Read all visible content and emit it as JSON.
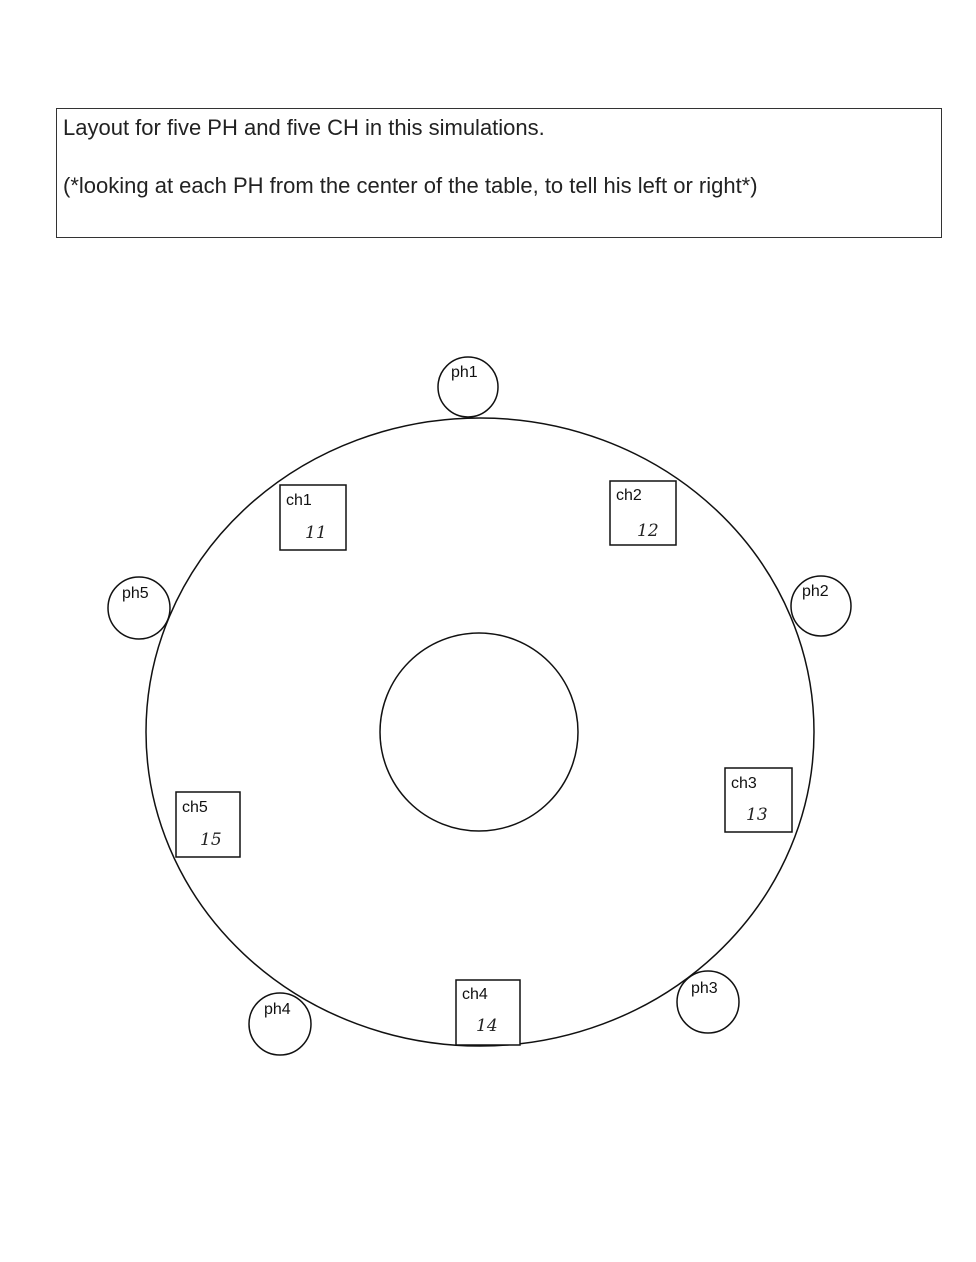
{
  "caption": {
    "line1": "Layout for five PH and five CH in this simulations.",
    "line2": "(*looking at each PH from the center of the table, to tell his left or right*)"
  },
  "philosophers": [
    {
      "label": "ph1"
    },
    {
      "label": "ph2"
    },
    {
      "label": "ph3"
    },
    {
      "label": "ph4"
    },
    {
      "label": "ph5"
    }
  ],
  "chopsticks": [
    {
      "label": "ch1",
      "number": "11"
    },
    {
      "label": "ch2",
      "number": "12"
    },
    {
      "label": "ch3",
      "number": "13"
    },
    {
      "label": "ch4",
      "number": "14"
    },
    {
      "label": "ch5",
      "number": "15"
    }
  ]
}
